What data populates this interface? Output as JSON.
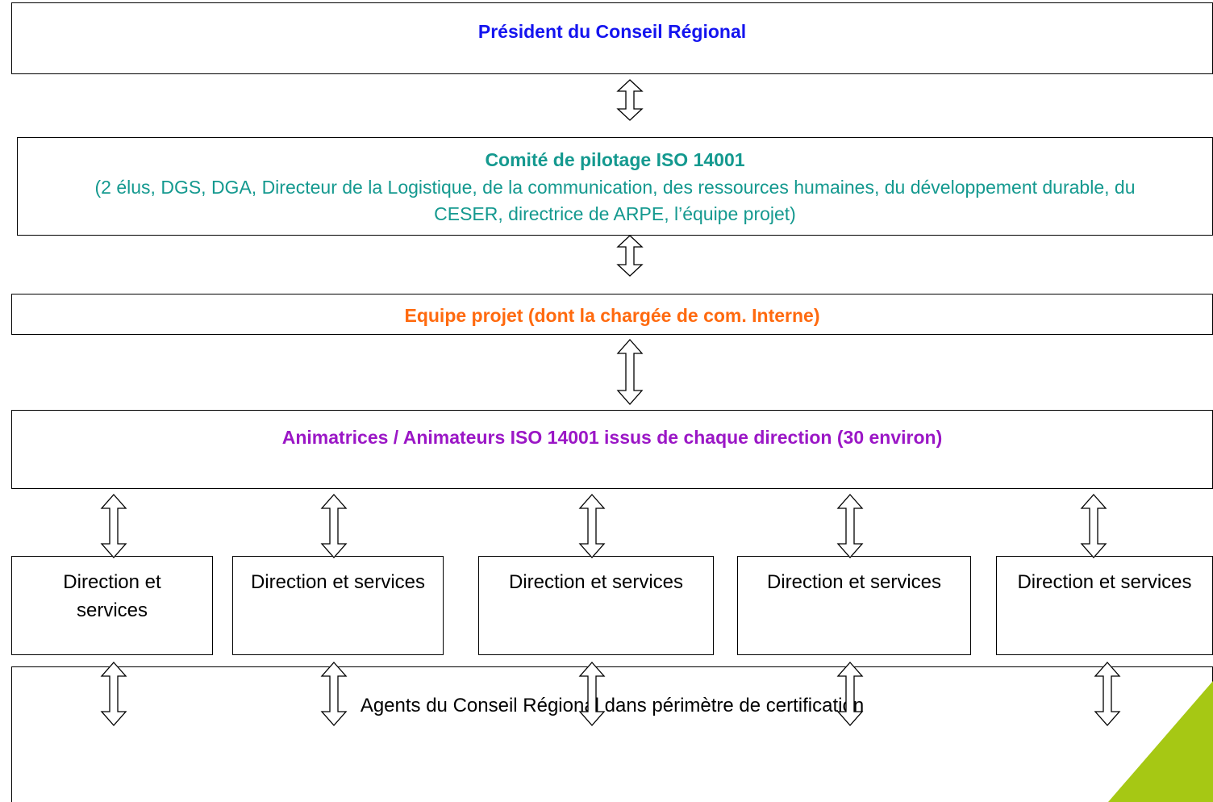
{
  "president": {
    "label": "Président du Conseil Régional"
  },
  "comite": {
    "title": "Comité de pilotage ISO 14001",
    "members": "(2 élus, DGS, DGA, Directeur de la Logistique, de la communication, des ressources humaines, du développement durable, du CESER, directrice de ARPE, l’équipe projet)"
  },
  "equipe": {
    "label": "Equipe projet (dont la chargée de com. Interne)"
  },
  "animateurs": {
    "label": "Animatrices / Animateurs ISO 14001 issus de chaque direction (30 environ)"
  },
  "directions": [
    {
      "label": "Direction et services"
    },
    {
      "label": "Direction et services"
    },
    {
      "label": "Direction et services"
    },
    {
      "label": "Direction et services"
    },
    {
      "label": "Direction et services"
    }
  ],
  "agents": {
    "label": "Agents du Conseil Régional dans périmètre de certification"
  },
  "colors": {
    "president": "#1414ef",
    "comite": "#14998f",
    "equipe": "#ff6a0f",
    "animateurs": "#9b17c6",
    "decoration": "#a6c814"
  },
  "arrow_icon": "double-headed-vertical-arrow"
}
